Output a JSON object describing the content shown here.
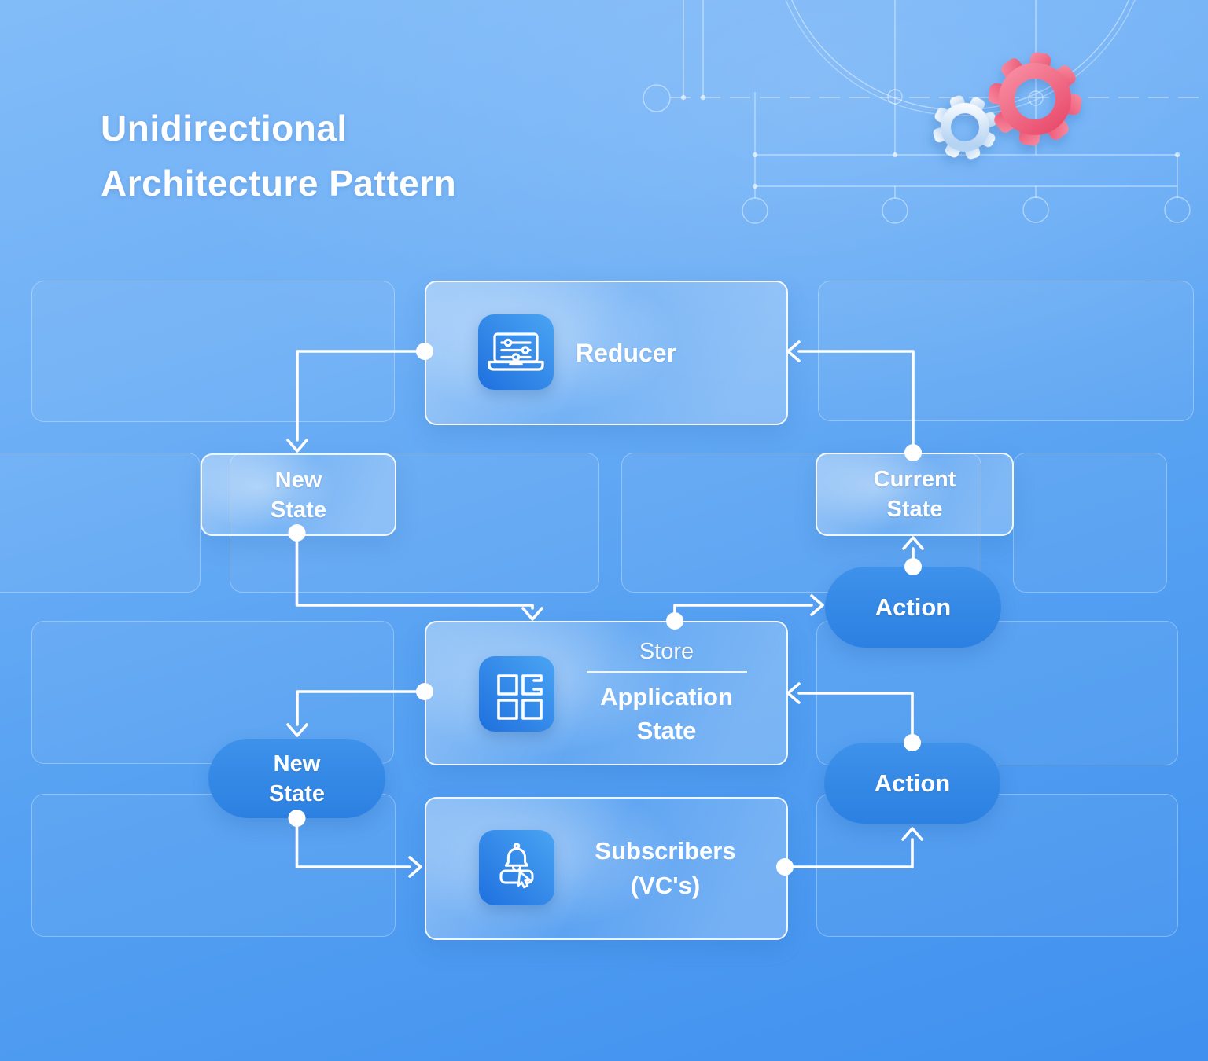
{
  "title": "Unidirectional\nArchitecture Pattern",
  "nodes": {
    "reducer": {
      "label": "Reducer",
      "icon": "laptop-settings-icon"
    },
    "new_state_top": {
      "label": "New\nState"
    },
    "current_state": {
      "label": "Current\nState"
    },
    "action_right": {
      "label": "Action"
    },
    "store": {
      "heading": "Store",
      "label": "Application\nState",
      "icon": "grid-icon"
    },
    "new_state_bottom": {
      "label": "New\nState"
    },
    "action_bottom": {
      "label": "Action"
    },
    "subscribers": {
      "label": "Subscribers\n(VC's)",
      "icon": "bell-click-icon"
    }
  },
  "edges": [
    {
      "from": "reducer",
      "to": "new-state-top"
    },
    {
      "from": "new-state-top",
      "to": "store"
    },
    {
      "from": "store",
      "to": "action-right"
    },
    {
      "from": "action-right",
      "to": "current-state"
    },
    {
      "from": "current-state",
      "to": "reducer"
    },
    {
      "from": "store",
      "to": "new-state-bottom"
    },
    {
      "from": "new-state-bottom",
      "to": "subscribers"
    },
    {
      "from": "subscribers",
      "to": "action-bottom"
    },
    {
      "from": "action-bottom",
      "to": "store"
    }
  ],
  "colors": {
    "background_top": "#82bcf8",
    "background_bottom": "#3f90ef",
    "pill_blue": "#2e86e4",
    "tile_blue": "#2b80e6",
    "gear_pink": "#ee5873",
    "gear_light": "#cfe2f7",
    "connector_white": "#ffffff"
  },
  "decor": {
    "style": "blueprint-lines",
    "gears": [
      "gear-icon-pink",
      "gear-icon-light"
    ]
  }
}
